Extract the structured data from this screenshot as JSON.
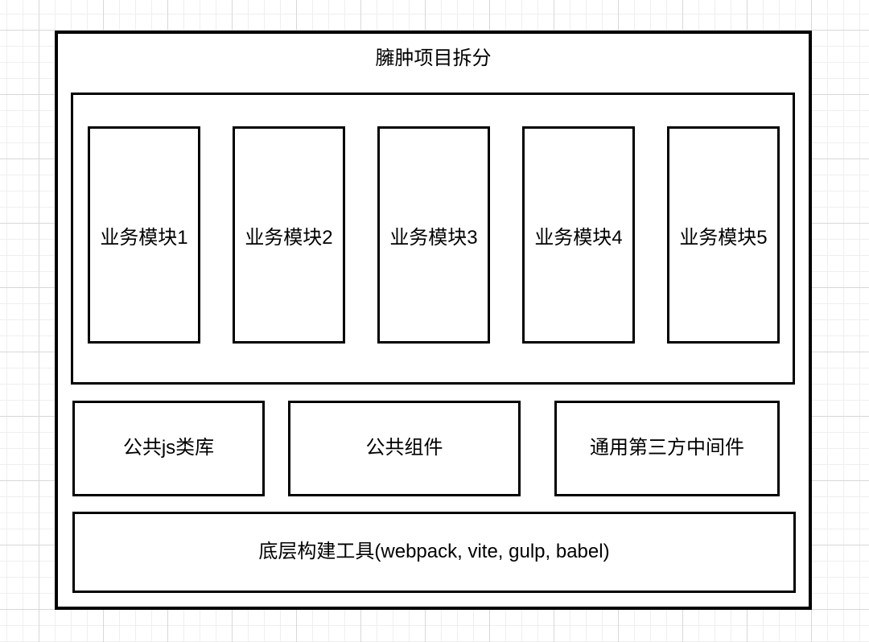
{
  "diagram": {
    "title": "臃肿项目拆分",
    "modules": [
      {
        "label": "业务模块1"
      },
      {
        "label": "业务模块2"
      },
      {
        "label": "业务模块3"
      },
      {
        "label": "业务模块4"
      },
      {
        "label": "业务模块5"
      }
    ],
    "shared": [
      {
        "label": "公共js类库"
      },
      {
        "label": "公共组件"
      },
      {
        "label": "通用第三方中间件"
      }
    ],
    "foundation": {
      "label": "底层构建工具(webpack, vite, gulp, babel)"
    }
  },
  "colors": {
    "shape_border": "#000000",
    "shape_fill": "#ffffff",
    "text": "#000000",
    "grid_minor_line": "#efefef",
    "grid_major_line": "#d8d8d8",
    "canvas_background": "#ffffff"
  }
}
